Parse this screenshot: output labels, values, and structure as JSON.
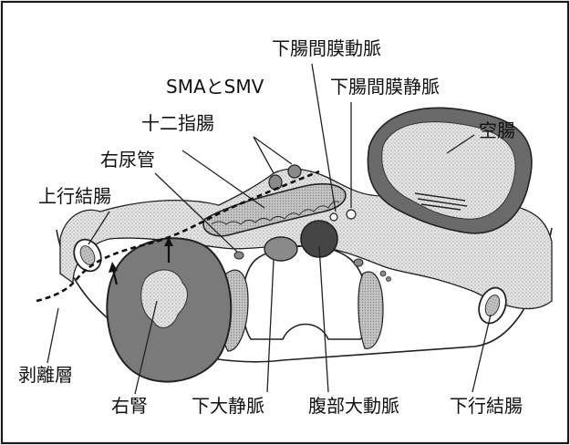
{
  "figure": {
    "labels": {
      "sma_smv": "SMAとSMV",
      "duodenum": "十二指腸",
      "right_ureter": "右尿管",
      "ascending_colon": "上行結腸",
      "dissection_layer": "剥離層",
      "right_kidney": "右腎",
      "ivc": "下大静脈",
      "abdominal_aorta": "腹部大動脈",
      "descending_colon": "下行結腸",
      "ima": "下腸間膜動脈",
      "imv": "下腸間膜静脈",
      "jejunum": "空腸"
    },
    "colors": {
      "frame": "#1a1a1a",
      "stipple_light": "#d9d9d9",
      "stipple_medium": "#b9b9b9",
      "dark_organ": "#7a7a7a",
      "aorta": "#454545",
      "outline": "#222222"
    }
  }
}
